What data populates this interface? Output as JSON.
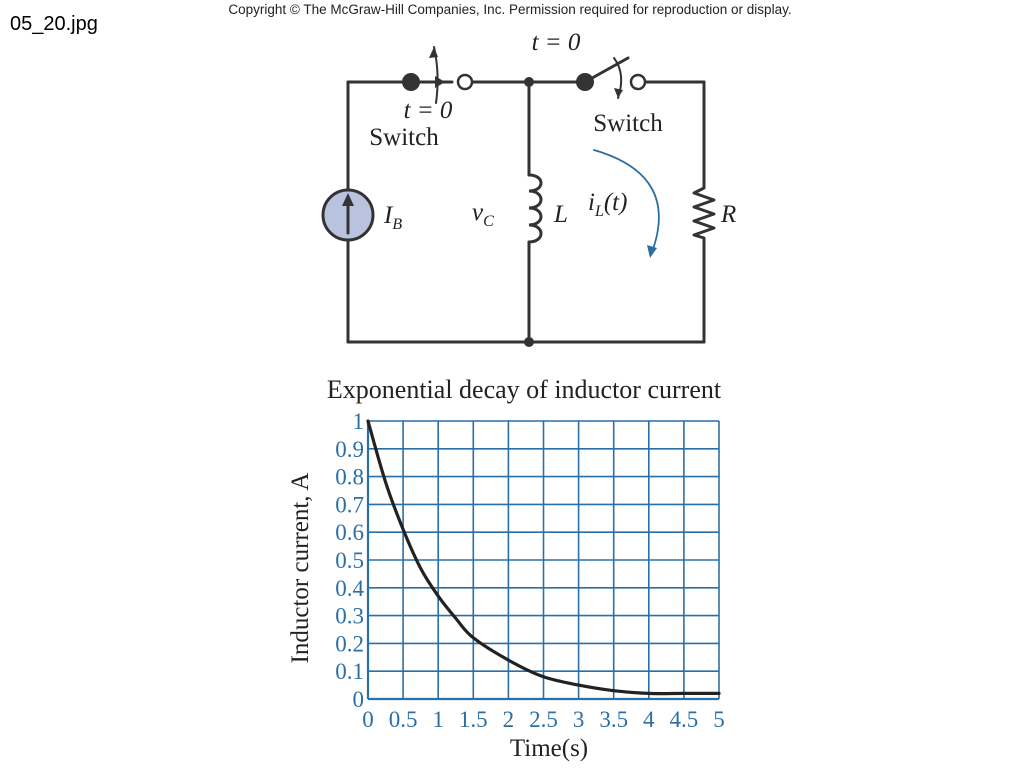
{
  "header": {
    "filename": "05_20.jpg",
    "copyright": "Copyright © The McGraw-Hill Companies, Inc. Permission required for reproduction or display."
  },
  "circuit": {
    "switch_left_time": "t = 0",
    "switch_left_label": "Switch",
    "switch_right_time": "t = 0",
    "switch_right_label": "Switch",
    "source_symbol": "I",
    "source_subscript": "B",
    "voltage_symbol": "v",
    "voltage_subscript": "C",
    "inductor_label": "L",
    "current_symbol": "i",
    "current_subscript": "L",
    "current_arg": "(t)",
    "resistor_label": "R",
    "colors": {
      "wire": "#333333",
      "source_fill": "#b9c3df",
      "arrow": "#2a6fa0"
    }
  },
  "chart_data": {
    "type": "line",
    "title": "Exponential decay of inductor current",
    "xlabel": "Time(s)",
    "ylabel": "Inductor current, A",
    "xlim": [
      0,
      5
    ],
    "ylim": [
      0,
      1
    ],
    "x_ticks": [
      0,
      0.5,
      1,
      1.5,
      2,
      2.5,
      3,
      3.5,
      4,
      4.5,
      5
    ],
    "x_tick_labels": [
      "0",
      "0.5",
      "1",
      "1.5",
      "2",
      "2.5",
      "3",
      "3.5",
      "4",
      "4.5",
      "5"
    ],
    "y_ticks": [
      0,
      0.1,
      0.2,
      0.3,
      0.4,
      0.5,
      0.6,
      0.7,
      0.8,
      0.9,
      1
    ],
    "y_tick_labels": [
      "0",
      "0.1",
      "0.2",
      "0.3",
      "0.4",
      "0.5",
      "0.6",
      "0.7",
      "0.8",
      "0.9",
      "1"
    ],
    "grid": true,
    "colors": {
      "grid": "#2a6fa8",
      "curve": "#222222",
      "tick_text": "#2a6fa8"
    },
    "series": [
      {
        "x": [
          0,
          0.25,
          0.5,
          0.75,
          1,
          1.25,
          1.5,
          2,
          2.5,
          3,
          3.5,
          4,
          4.5,
          5
        ],
        "values": [
          1,
          0.78,
          0.61,
          0.47,
          0.37,
          0.29,
          0.22,
          0.14,
          0.08,
          0.05,
          0.03,
          0.02,
          0.02,
          0.02
        ]
      }
    ]
  }
}
